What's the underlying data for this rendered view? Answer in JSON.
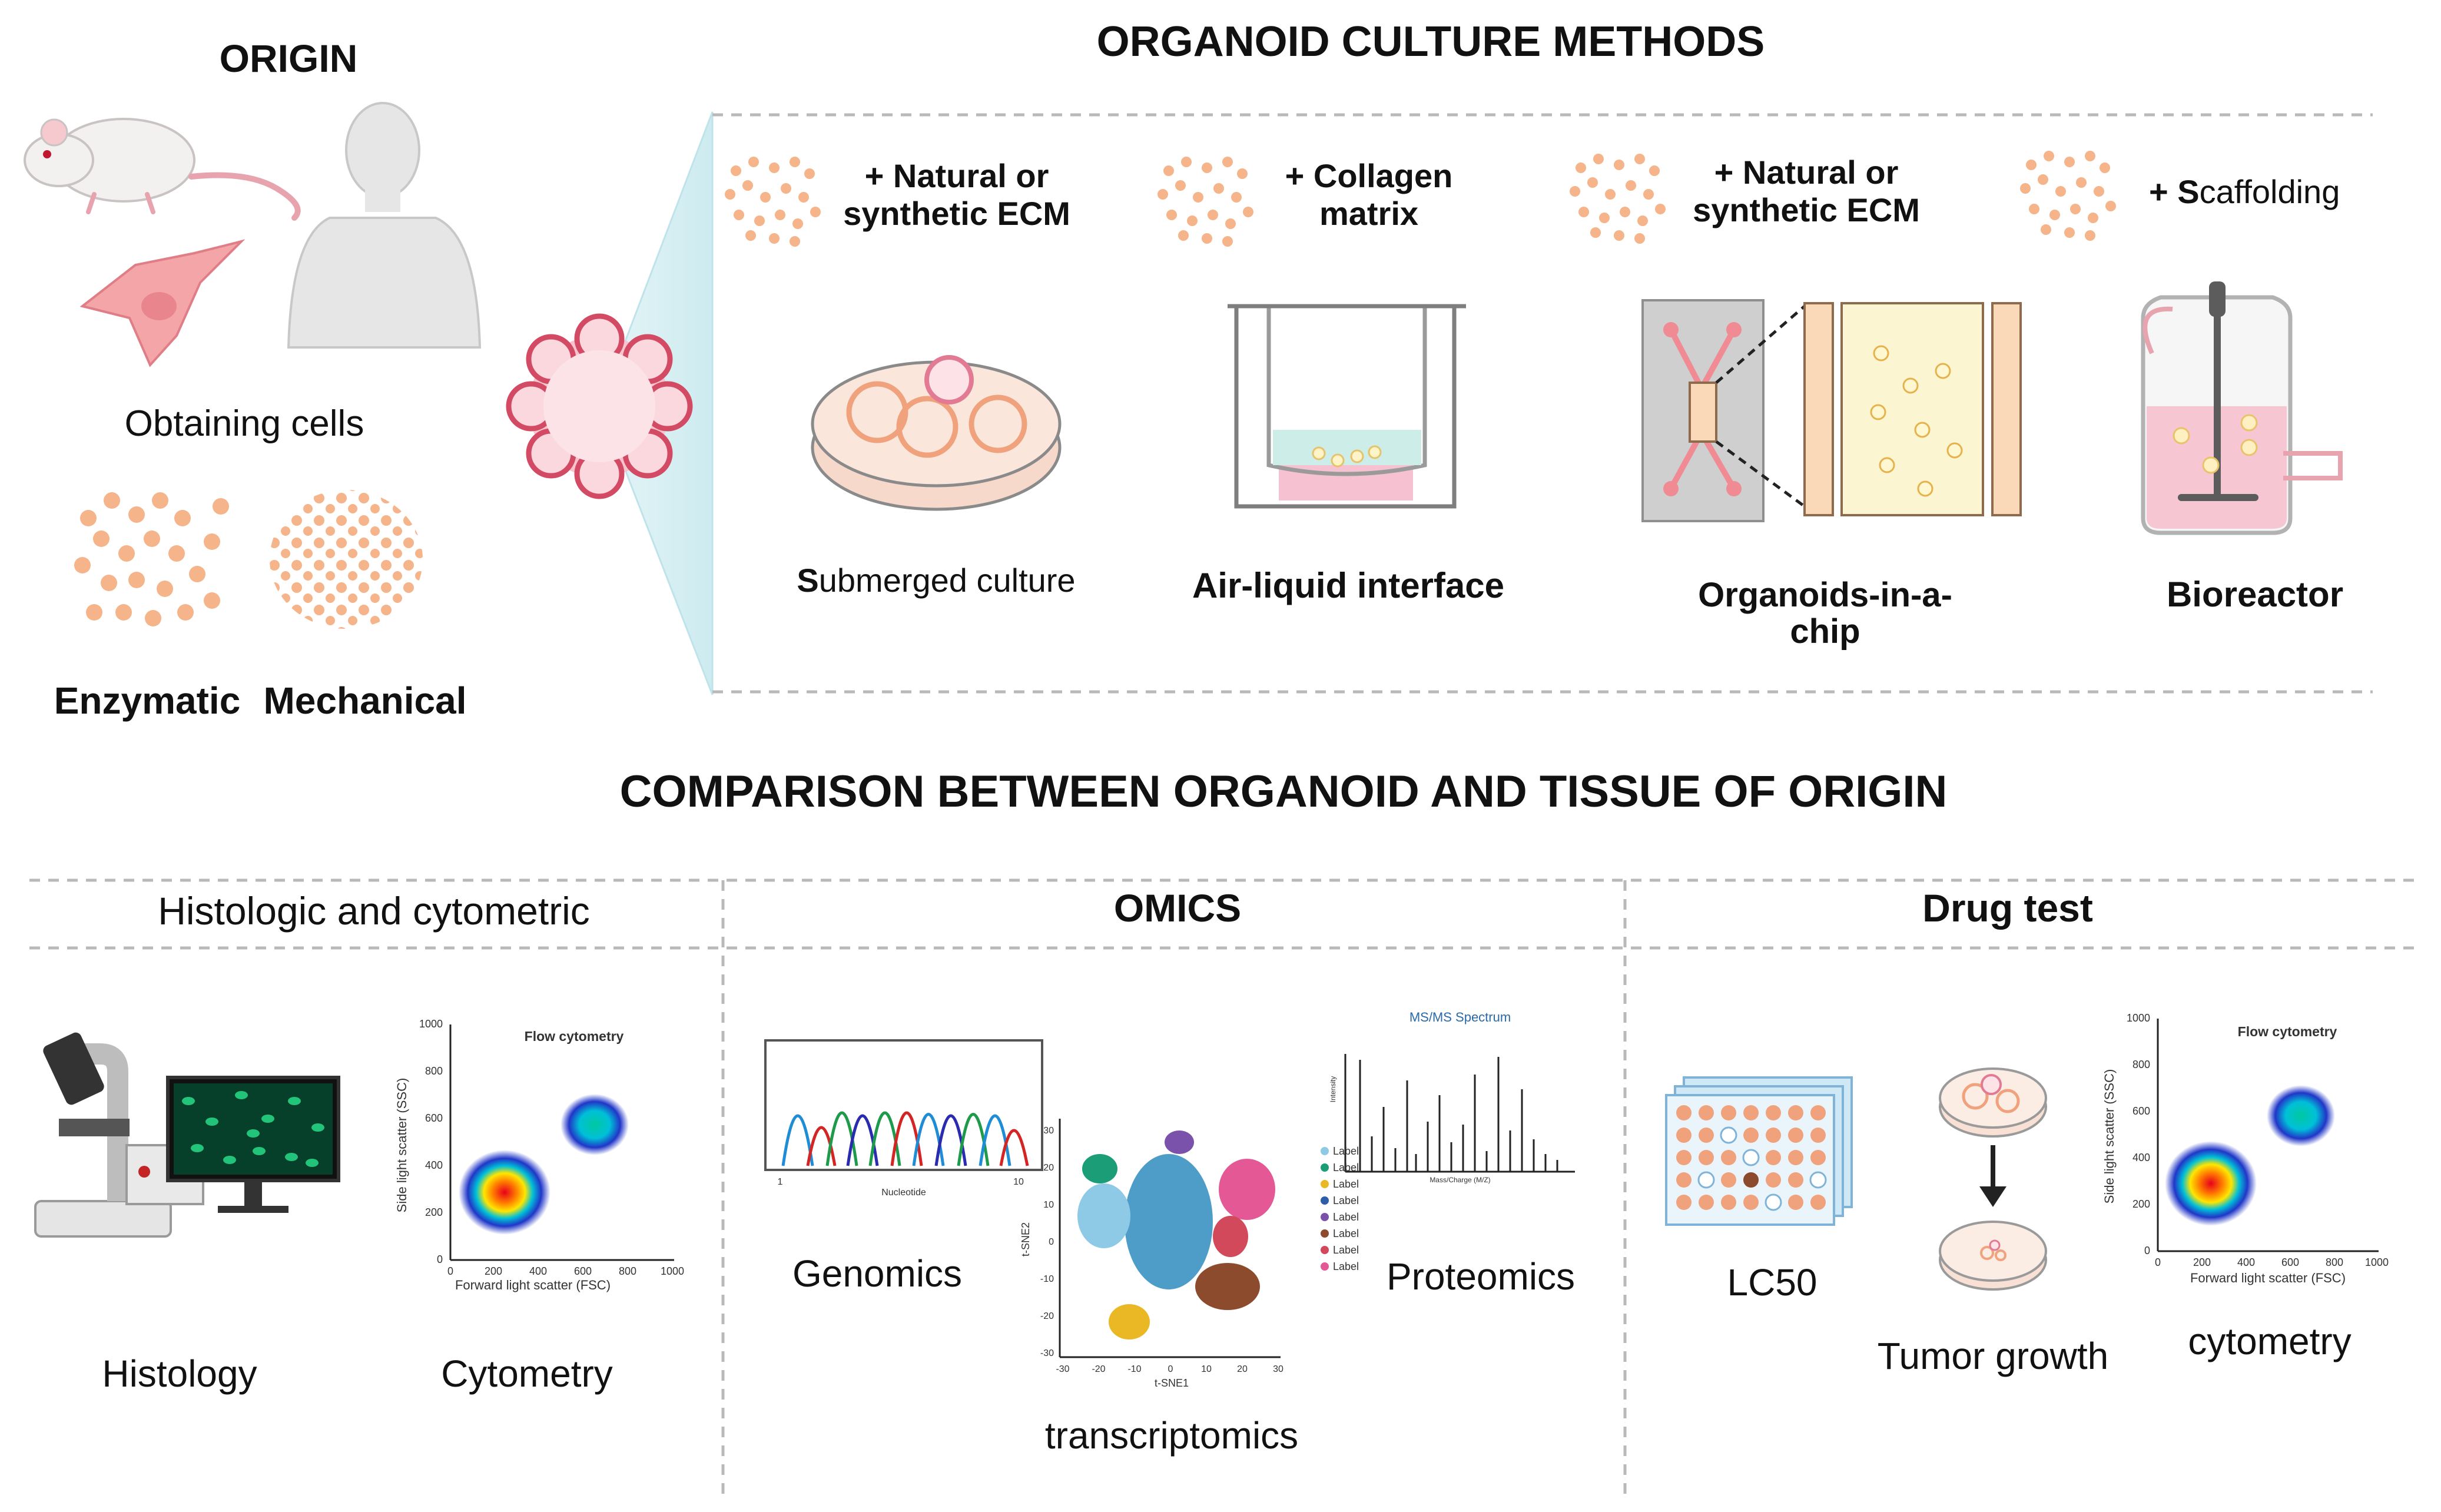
{
  "origin": {
    "title": "ORIGIN",
    "obtaining_cells": "Obtaining cells",
    "enzymatic": "Enzymatic",
    "mechanical": "Mechanical"
  },
  "culture": {
    "title": "ORGANOID CULTURE METHODS",
    "methods": [
      {
        "add_line1": "+ Natural or",
        "add_line2": "synthetic ECM",
        "name_initial": "S",
        "name_rest": "ubmerged culture"
      },
      {
        "add_line1": "+ Collagen",
        "add_line2": "matrix",
        "name": "Air-liquid interface"
      },
      {
        "add_line1": "+ Natural or",
        "add_line2": "synthetic ECM",
        "name_line1": "Organoids-in-a-",
        "name_line2": "chip"
      },
      {
        "add_prefix": "+ S",
        "add_rest": "caffolding",
        "name": "Bioreactor"
      }
    ]
  },
  "comparison": {
    "title": "COMPARISON BETWEEN ORGANOID AND TISSUE OF ORIGIN",
    "sections": [
      {
        "heading": "Histologic and cytometric",
        "items": [
          "Histology",
          "Cytometry"
        ]
      },
      {
        "heading": "OMICS",
        "items": [
          "Genomics",
          "transcriptomics",
          "Proteomics"
        ]
      },
      {
        "heading": "Drug test",
        "items": [
          "LC50",
          "Tumor growth",
          "cytometry"
        ]
      }
    ]
  },
  "flow_plot": {
    "title": "Flow cytometry",
    "xlabel": "Forward light scatter (FSC)",
    "ylabel": "Side light scatter (SSC)",
    "ticks": [
      "0",
      "200",
      "400",
      "600",
      "800",
      "1000"
    ]
  },
  "genomics_plot": {
    "xlabel": "Nucleotide",
    "tick_start": "1",
    "tick_end": "10"
  },
  "tsne_plot": {
    "xlabel": "t-SNE1",
    "ylabel": "t-SNE2",
    "xticks": [
      "-30",
      "-20",
      "-10",
      "0",
      "10",
      "20",
      "30"
    ],
    "yticks": [
      "30",
      "20",
      "10",
      "0",
      "-10",
      "-20",
      "-30"
    ]
  },
  "ms_plot": {
    "title": "MS/MS Spectrum",
    "ylabel": "Intensity",
    "xlabel": "Mass/Charge (M/Z)",
    "legend": [
      "Label",
      "Label",
      "Label",
      "Label",
      "Label",
      "Label",
      "Label",
      "Label"
    ]
  },
  "colors": {
    "cell": "#f6b48a",
    "cell_dark": "#e8935e",
    "organoid": "#f7a6b6",
    "organoid_edge": "#d24a63",
    "dash": "#b9b9b9",
    "fluor_green": "#22c47a"
  }
}
